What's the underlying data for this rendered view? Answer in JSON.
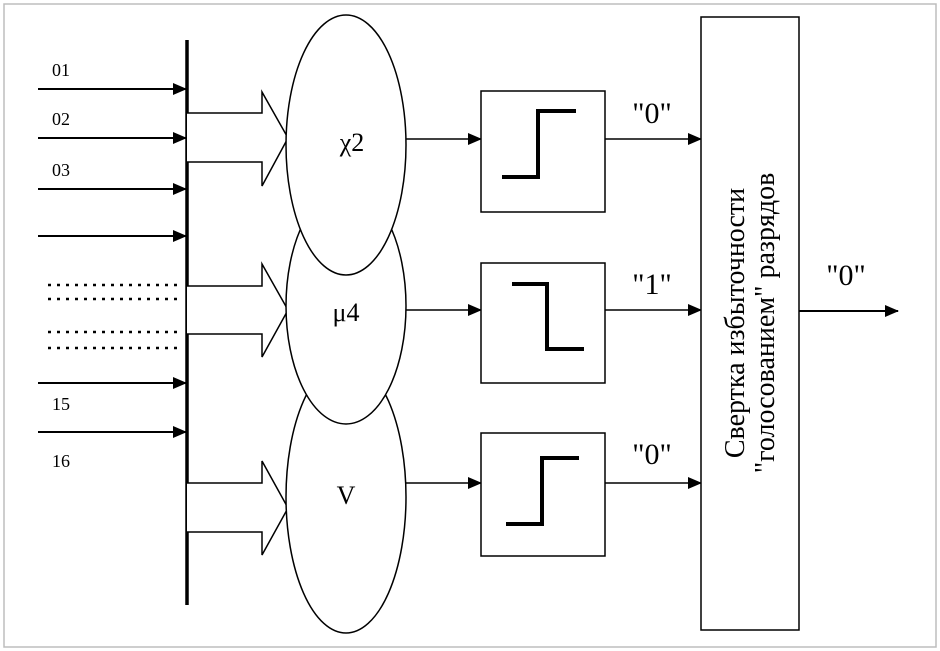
{
  "inputs": {
    "labels": [
      "01",
      "02",
      "03",
      "15",
      "16"
    ]
  },
  "ovals": [
    "χ2",
    "μ4",
    "V"
  ],
  "thresholds": [
    {
      "kind": "rising"
    },
    {
      "kind": "falling"
    },
    {
      "kind": "rising"
    }
  ],
  "outputs": [
    "\"0\"",
    "\"1\"",
    "\"0\""
  ],
  "voter": {
    "line1": "Свертка  избыточности",
    "line2": "\"голосованием\" разрядов"
  },
  "final_output": "\"0\""
}
